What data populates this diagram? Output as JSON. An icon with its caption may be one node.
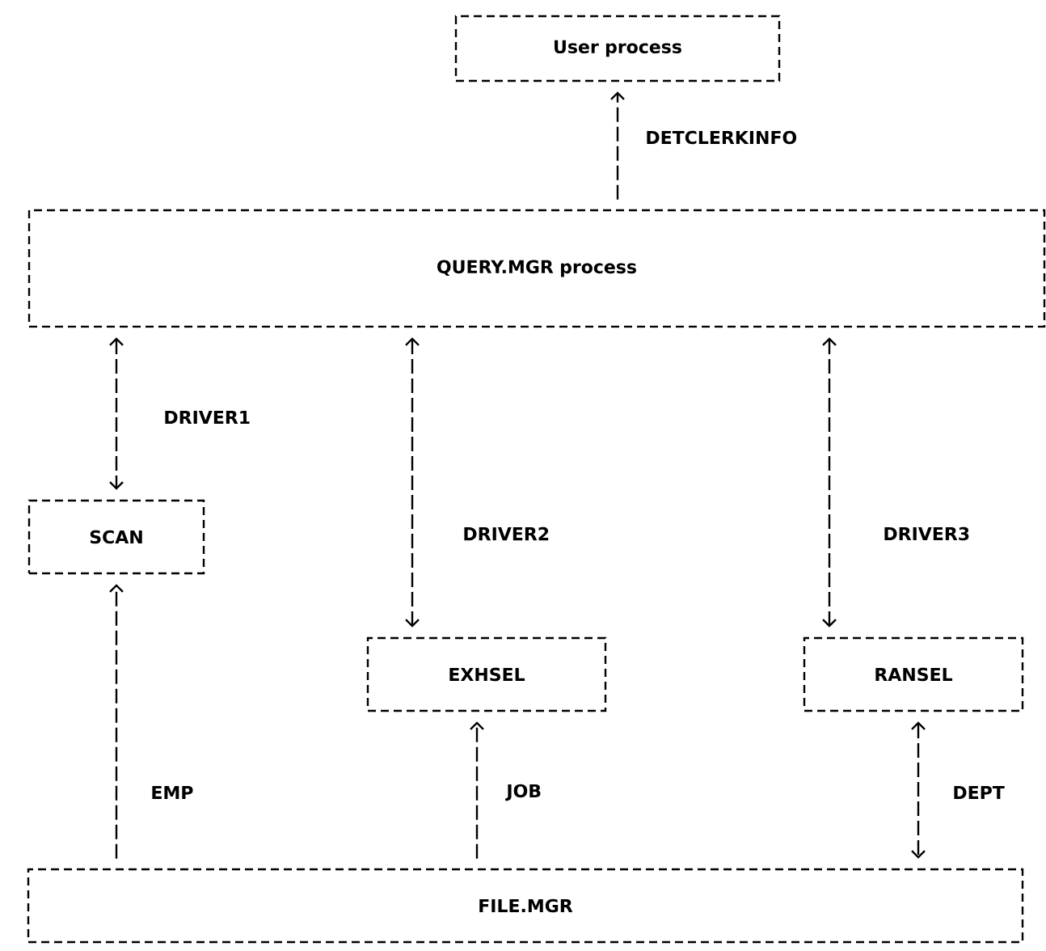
{
  "diagram": {
    "nodes": [
      {
        "text": [
          "User process"
        ]
      },
      {
        "text": [
          "QUERY.MGR process"
        ]
      },
      {
        "text": [
          "SCAN"
        ]
      },
      {
        "text": [
          "EXHSEL"
        ]
      },
      {
        "text": [
          "RANSEL"
        ]
      },
      {
        "text": [
          "FILE.MGR"
        ]
      }
    ],
    "edges": [
      {
        "from": 1,
        "to": 0,
        "arrow": "to",
        "label": "DETCLERKINFO"
      },
      {
        "from": 1,
        "to": 2,
        "arrow": "both",
        "label": "DRIVER1"
      },
      {
        "from": 1,
        "to": 3,
        "arrow": "both",
        "label": "DRIVER2"
      },
      {
        "from": 1,
        "to": 4,
        "arrow": "both",
        "label": "DRIVER3"
      },
      {
        "from": 5,
        "to": 2,
        "arrow": "to",
        "label": "EMP"
      },
      {
        "from": 5,
        "to": 3,
        "arrow": "to",
        "label": "JOB"
      },
      {
        "from": 4,
        "to": 5,
        "arrow": "both",
        "label": "DEPT"
      }
    ]
  }
}
